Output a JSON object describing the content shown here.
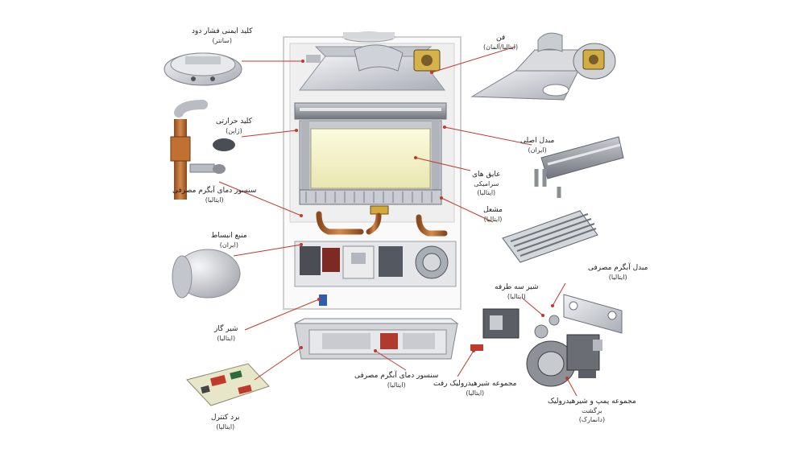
{
  "labels": {
    "air_pressure_switch": {
      "name": "کلید ایمنی فشار دود",
      "origin": "(سانتر)"
    },
    "fan": {
      "name": "فن",
      "origin": "(ایتالیا/آلمان)"
    },
    "thermal_switch": {
      "name": "کلید حرارتی",
      "origin": "(ژاپن)"
    },
    "primary_exchanger": {
      "name": "مبدل اصلی",
      "origin": "(ایران)"
    },
    "ceramic_insulation": {
      "name": "عایق های",
      "line2": "سرامیکی",
      "origin": "(ایتالیا)"
    },
    "burner": {
      "name": "مشعل",
      "origin": "(ایتالیا)"
    },
    "dhw_temp_sensor_top": {
      "name": "سنسور دمای آبگرم مصرفی",
      "origin": "(ایتالیا)"
    },
    "expansion_tank": {
      "name": "منبع انبساط",
      "origin": "(ایران)"
    },
    "dhw_exchanger": {
      "name": "مبدل آبگرم مصرفی",
      "origin": "(ایتالیا)"
    },
    "three_way_valve": {
      "name": "شیر سه طرفه",
      "origin": "(ایتالیا)"
    },
    "gas_valve": {
      "name": "شیر گاز",
      "origin": "(ایتالیا)"
    },
    "dhw_temp_sensor_bottom": {
      "name": "سنسور دمای آبگرم مصرفی",
      "origin": "(ایتالیا)"
    },
    "supply_hydraulic": {
      "name": "مجموعه شیرهیدرولیک رفت",
      "origin": "(ایتالیا)"
    },
    "pump_return_hydraulic": {
      "name": "مجموعه پمپ و شیرهیدرولیک",
      "line2": "برگشت",
      "origin": "(دانمارک)"
    },
    "control_board": {
      "name": "برد کنترل",
      "origin": "(ایتالیا)"
    }
  },
  "colors": {
    "leader": "#c0392b",
    "frame": "#d8d8d8",
    "pipe": "#c06a2a",
    "panel": "#f3f1c9"
  }
}
